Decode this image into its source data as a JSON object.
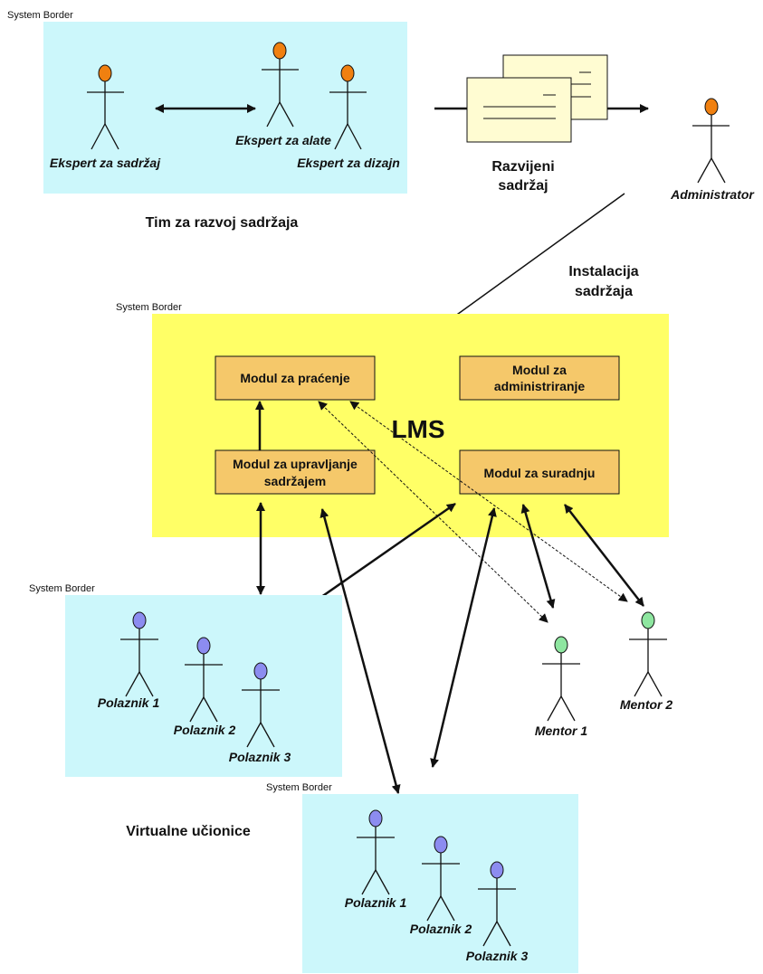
{
  "borders": {
    "team": "System Border",
    "lms": "System Border",
    "class1": "System Border",
    "class2": "System Border"
  },
  "team": {
    "title": "Tim za razvoj sadržaja",
    "content_expert": "Ekspert za sadržaj",
    "tools_expert": "Ekspert za alate",
    "design_expert": "Ekspert za dizajn"
  },
  "content": {
    "label_line1": "Razvijeni",
    "label_line2": "sadržaj"
  },
  "admin": {
    "label": "Administrator"
  },
  "installation": {
    "line1": "Instalacija",
    "line2": "sadržaja"
  },
  "lms": {
    "title": "LMS",
    "module_tracking": "Modul za praćenje",
    "module_admin_line1": "Modul za",
    "module_admin_line2": "administriranje",
    "module_content_line1": "Modul za upravljanje",
    "module_content_line2": "sadržajem",
    "module_collab": "Modul za suradnju"
  },
  "classrooms": {
    "title": "Virtualne učionice",
    "group1": [
      "Polaznik 1",
      "Polaznik 2",
      "Polaznik 3"
    ],
    "group2": [
      "Polaznik 1",
      "Polaznik 2",
      "Polaznik 3"
    ]
  },
  "mentors": {
    "mentor1": "Mentor 1",
    "mentor2": "Mentor 2"
  },
  "colors": {
    "team_head": "#f08010",
    "student_head": "#8c8cf0",
    "mentor_head": "#8ee6a0",
    "border_cyan": "#ccf7fb",
    "lms_yellow": "#ffff66",
    "module_fill": "#f5c86a",
    "document_fill": "#fffcd2"
  },
  "icons": {
    "actor": "stick-figure-icon",
    "document": "document-stack-icon"
  }
}
